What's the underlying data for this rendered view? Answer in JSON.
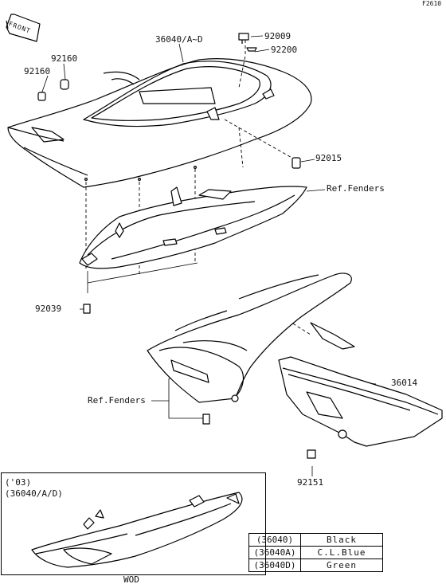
{
  "figure_code": "F2610",
  "front_marker": "FRONT",
  "parts": {
    "p36040": "36040/A~D",
    "p92009": "92009",
    "p92200": "92200",
    "p92160a": "92160",
    "p92160b": "92160",
    "p92015": "92015",
    "ref_fenders_top": "Ref.Fenders",
    "p92039": "92039",
    "p36014": "36014",
    "ref_fenders_mid": "Ref.Fenders",
    "p92151": "92151"
  },
  "inset": {
    "year": "('03)",
    "part": "(36040/A/D)"
  },
  "legend": [
    {
      "code": "(36040)",
      "color": "Black"
    },
    {
      "code": "(36040A)",
      "color": "C.L.Blue"
    },
    {
      "code": "(36040D)",
      "color": "Green"
    }
  ],
  "footer_code": "WOD"
}
